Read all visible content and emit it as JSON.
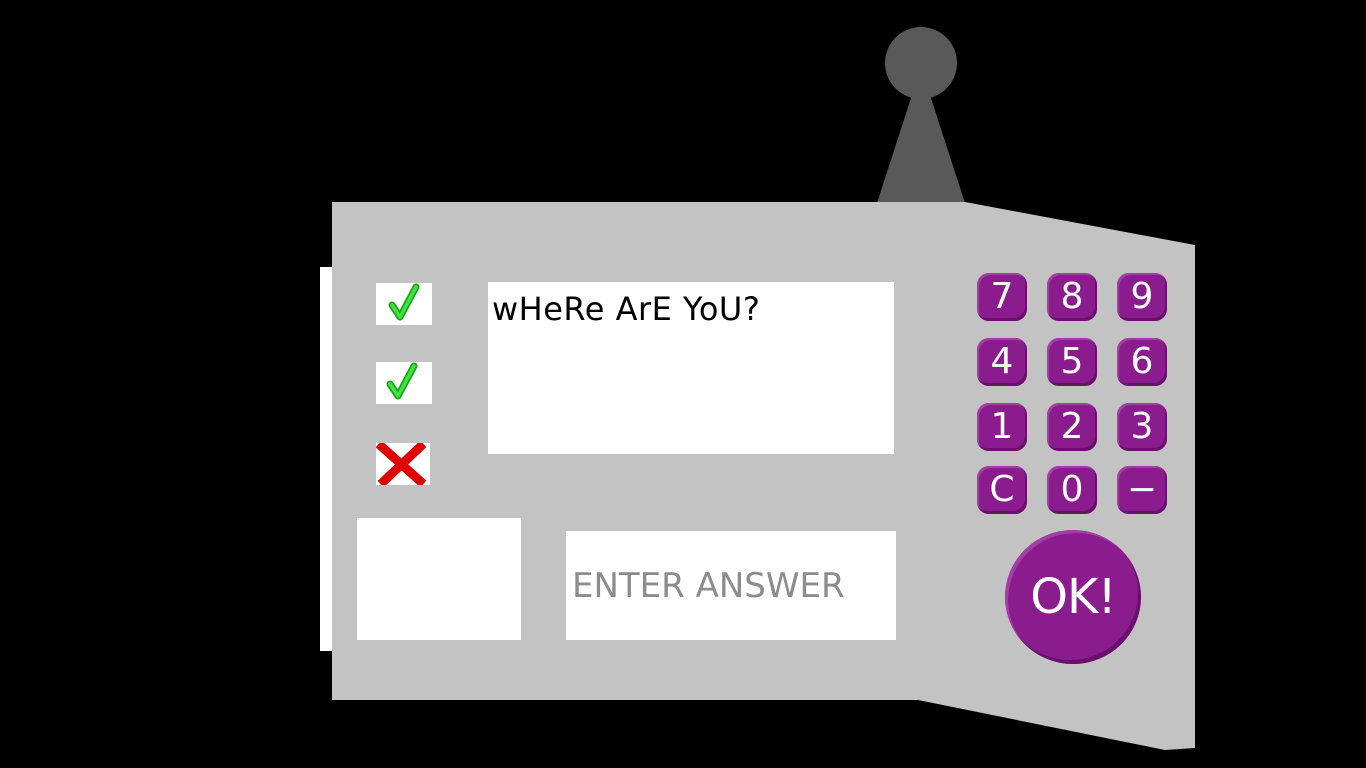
{
  "question": {
    "text": "wHeRe ArE YoU?"
  },
  "indicators": [
    {
      "result": "correct",
      "icon": "check-icon",
      "color": "#22cc22"
    },
    {
      "result": "correct",
      "icon": "check-icon",
      "color": "#22cc22"
    },
    {
      "result": "wrong",
      "icon": "cross-icon",
      "color": "#e00000"
    }
  ],
  "answer": {
    "value": "",
    "placeholder": "ENTER ANSWER"
  },
  "keypad": {
    "keys": [
      "7",
      "8",
      "9",
      "4",
      "5",
      "6",
      "1",
      "2",
      "3",
      "C",
      "0",
      "−"
    ],
    "ok_label": "OK!"
  },
  "colors": {
    "device_body": "#c3c3c3",
    "antenna": "#595959",
    "key": "#8b1c8d",
    "background": "#000000"
  }
}
